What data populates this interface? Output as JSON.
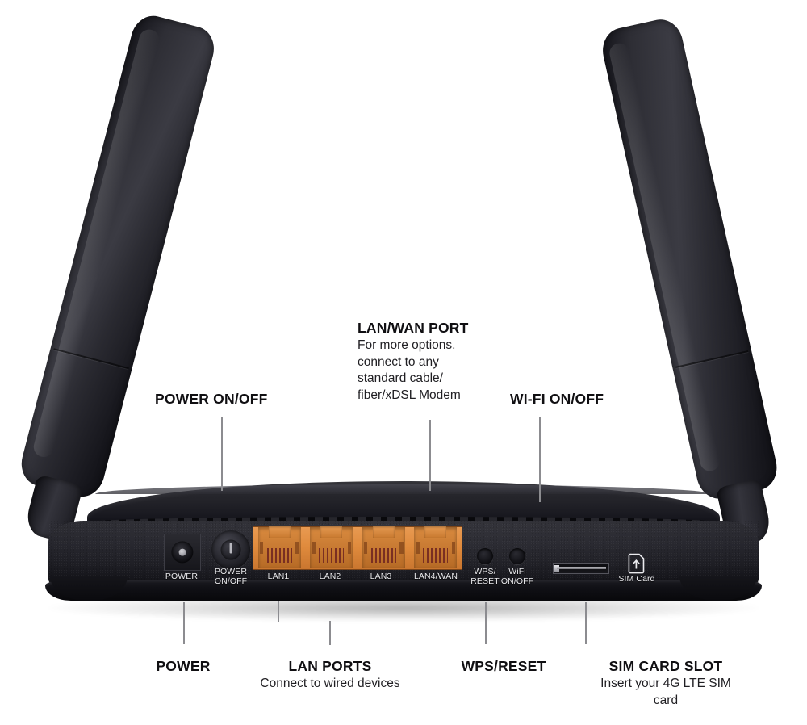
{
  "meta": {
    "subject": "Wireless 4G LTE router rear panel",
    "background_color": "#ffffff",
    "body_color": "#1b1b21",
    "port_accent_color": "#e08b3d",
    "leader_line_color": "#8c8c90",
    "silkscreen_text_color": "#e9e9ec"
  },
  "callouts": {
    "power_on_off": {
      "title": "POWER ON/OFF",
      "desc": ""
    },
    "lan_wan_port": {
      "title": "LAN/WAN PORT",
      "desc": "For more options,\nconnect to any\nstandard cable/\nfiber/xDSL Modem"
    },
    "wifi_on_off": {
      "title": "WI-FI ON/OFF",
      "desc": ""
    },
    "power": {
      "title": "POWER",
      "desc": ""
    },
    "lan_ports": {
      "title": "LAN PORTS",
      "desc": "Connect to wired devices"
    },
    "wps_reset": {
      "title": "WPS/RESET",
      "desc": ""
    },
    "sim_card_slot": {
      "title": "SIM CARD SLOT",
      "desc": "Insert your 4G LTE SIM card"
    }
  },
  "panel_labels": {
    "power": "POWER",
    "power_on_off": "POWER\nON/OFF",
    "lan1": "LAN1",
    "lan2": "LAN2",
    "lan3": "LAN3",
    "lan4_wan": "LAN4/WAN",
    "wps_reset": "WPS/\nRESET",
    "wifi_on_off": "WiFi\nON/OFF",
    "sim_card": "SIM Card"
  },
  "icons": {
    "sim_card_icon": "sim-card-insert-arrow-icon"
  },
  "hardware": {
    "antenna_count": 2,
    "lan_port_count": 4,
    "button_count": 2
  }
}
